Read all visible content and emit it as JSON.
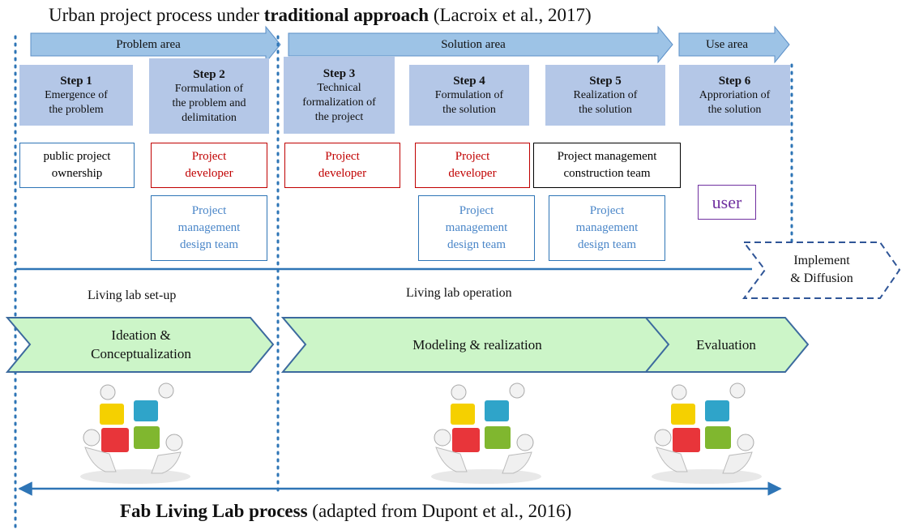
{
  "top_title": {
    "prefix": "Urban project process under ",
    "bold": "traditional approach",
    "suffix": " (Lacroix et al., 2017)"
  },
  "areas": [
    {
      "label": "Problem area"
    },
    {
      "label": "Solution area"
    },
    {
      "label": "Use area"
    }
  ],
  "steps": [
    {
      "title": "Step 1",
      "lines": [
        "Emergence of",
        "the problem"
      ]
    },
    {
      "title": "Step 2",
      "lines": [
        "Formulation of",
        "the problem and",
        "delimitation"
      ]
    },
    {
      "title": "Step 3",
      "lines": [
        "Technical",
        "formalization of",
        "the project"
      ]
    },
    {
      "title": "Step 4",
      "lines": [
        "Formulation of",
        "the solution"
      ]
    },
    {
      "title": "Step 5",
      "lines": [
        "Realization of",
        "the solution"
      ]
    },
    {
      "title": "Step 6",
      "lines": [
        "Approriation of",
        "the solution"
      ]
    }
  ],
  "actors": {
    "public_owner": [
      "public project",
      "ownership"
    ],
    "developer": [
      "Project",
      "developer"
    ],
    "construction": [
      "Project management",
      "construction team"
    ],
    "design": [
      "Project",
      "management",
      "design team"
    ],
    "user": "user"
  },
  "implement": [
    "Implement",
    "& Diffusion"
  ],
  "phases": {
    "setup": "Living lab set-up",
    "operation": "Living lab operation"
  },
  "chevrons": {
    "ideation": [
      "Ideation &",
      "Conceptualization"
    ],
    "modeling": "Modeling & realization",
    "evaluation": "Evaluation"
  },
  "bottom_title": {
    "bold": "Fab Living Lab process",
    "suffix": " (adapted from Dupont et al., 2016)"
  },
  "colors": {
    "area_arrow": "#9dc3e6",
    "step_box": "#b4c7e7",
    "chevron_fill": "#ccf5c8",
    "line_blue": "#2e75b6",
    "developer_red": "#c00000",
    "design_blue": "#4a86c8",
    "user_purple": "#7030a0"
  },
  "icons": [
    "puzzle-team-icon",
    "puzzle-team-icon",
    "puzzle-team-icon"
  ]
}
